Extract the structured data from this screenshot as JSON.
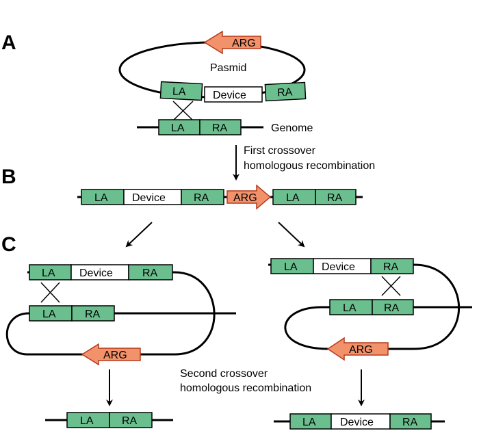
{
  "panels": {
    "a": "A",
    "b": "B",
    "c": "C"
  },
  "labels": {
    "la": "LA",
    "ra": "RA",
    "device": "Device",
    "arg": "ARG",
    "plasmid": "Pasmid",
    "genome": "Genome"
  },
  "captions": {
    "first_line1": "First crossover",
    "first_line2": "homologous recombination",
    "second_line1": "Second crossover",
    "second_line2": "homologous recombination"
  },
  "colors": {
    "homology_arm": "#6bbf8f",
    "resistance_gene": "#f2926b",
    "resistance_outline": "#b5391c"
  }
}
